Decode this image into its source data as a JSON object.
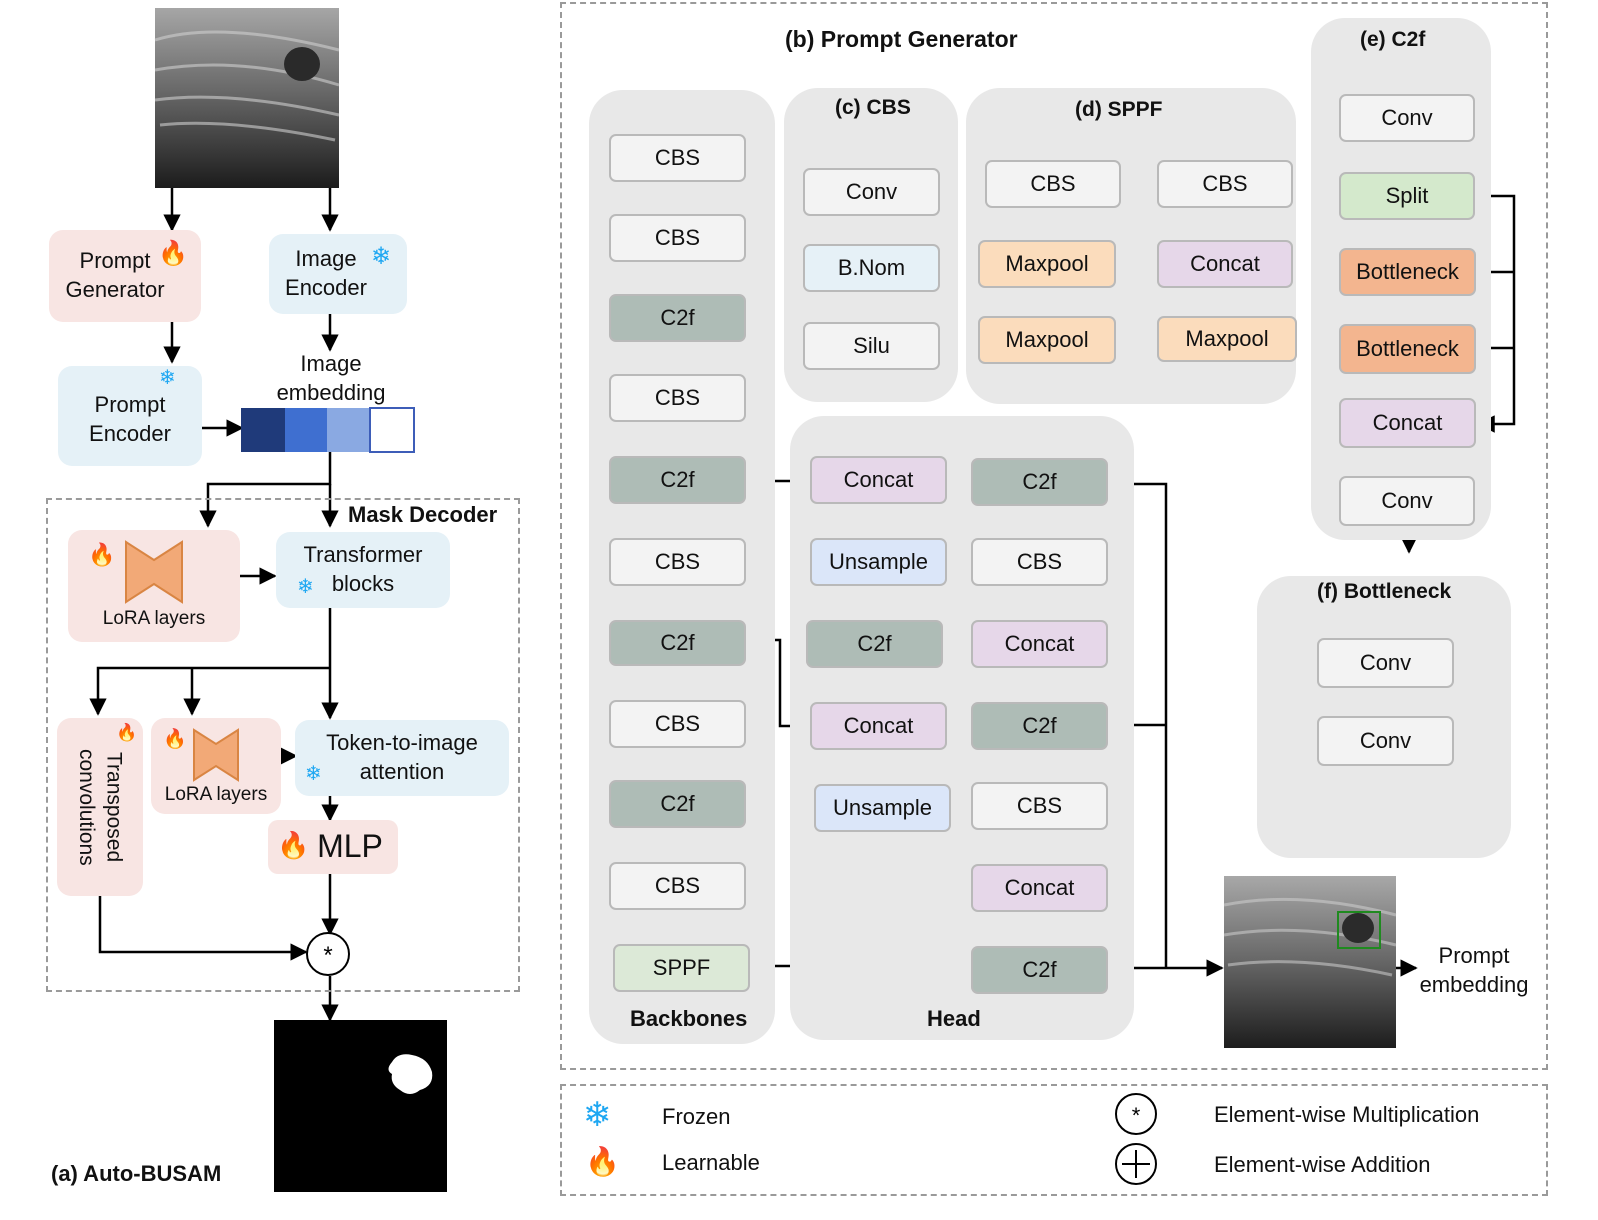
{
  "panel_a": {
    "title": "(a) Auto-BUSAM",
    "prompt_generator": "Prompt\nGenerator",
    "image_encoder": "Image\nEncoder",
    "image_embedding": "Image\nembedding",
    "prompt_encoder": "Prompt\nEncoder",
    "mask_decoder": "Mask Decoder",
    "lora_layers_1": "LoRA layers",
    "transformer_blocks": "Transformer\nblocks",
    "transposed_convolutions": "Transposed\nconvolutions",
    "lora_layers_2": "LoRA layers",
    "token_to_image_attention": "Token-to-image\nattention",
    "mlp": "MLP",
    "multiply_symbol": "*"
  },
  "panel_b": {
    "title": "(b) Prompt Generator",
    "backbones_label": "Backbones",
    "head_label": "Head",
    "backbone_blocks": [
      "CBS",
      "CBS",
      "C2f",
      "CBS",
      "C2f",
      "CBS",
      "C2f",
      "CBS",
      "C2f",
      "CBS",
      "SPPF"
    ],
    "head_left_blocks": [
      "Concat",
      "Unsample",
      "C2f",
      "Concat",
      "Unsample"
    ],
    "head_right_blocks": [
      "C2f",
      "CBS",
      "Concat",
      "C2f",
      "CBS",
      "Concat",
      "C2f"
    ],
    "prompt_embedding": "Prompt\nembedding"
  },
  "panel_c": {
    "title": "(c) CBS",
    "blocks": [
      "Conv",
      "B.Nom",
      "Silu"
    ]
  },
  "panel_d": {
    "title": "(d) SPPF",
    "left_blocks": [
      "CBS",
      "Maxpool",
      "Maxpool"
    ],
    "right_blocks": [
      "CBS",
      "Concat",
      "Maxpool"
    ]
  },
  "panel_e": {
    "title": "(e) C2f",
    "blocks": [
      "Conv",
      "Split",
      "Bottleneck",
      "Bottleneck",
      "Concat",
      "Conv"
    ]
  },
  "panel_f": {
    "title": "(f) Bottleneck",
    "blocks": [
      "Conv",
      "Conv"
    ]
  },
  "legend": {
    "frozen": "Frozen",
    "learnable": "Learnable",
    "multiplication": "Element-wise Multiplication",
    "addition": "Element-wise Addition",
    "multiply_symbol": "*"
  },
  "icons": {
    "frozen": "snowflake-icon",
    "learnable": "fire-icon"
  },
  "colors": {
    "frozen_icon": "#1ea7f2",
    "learnable_icon": "#f0533a",
    "c2f_block": "#aebcb6",
    "concat_block": "#e6d7e9",
    "bottleneck_block": "#f3b58f",
    "maxpool_block": "#fbdcbc",
    "split_block": "#d4e9cc"
  }
}
